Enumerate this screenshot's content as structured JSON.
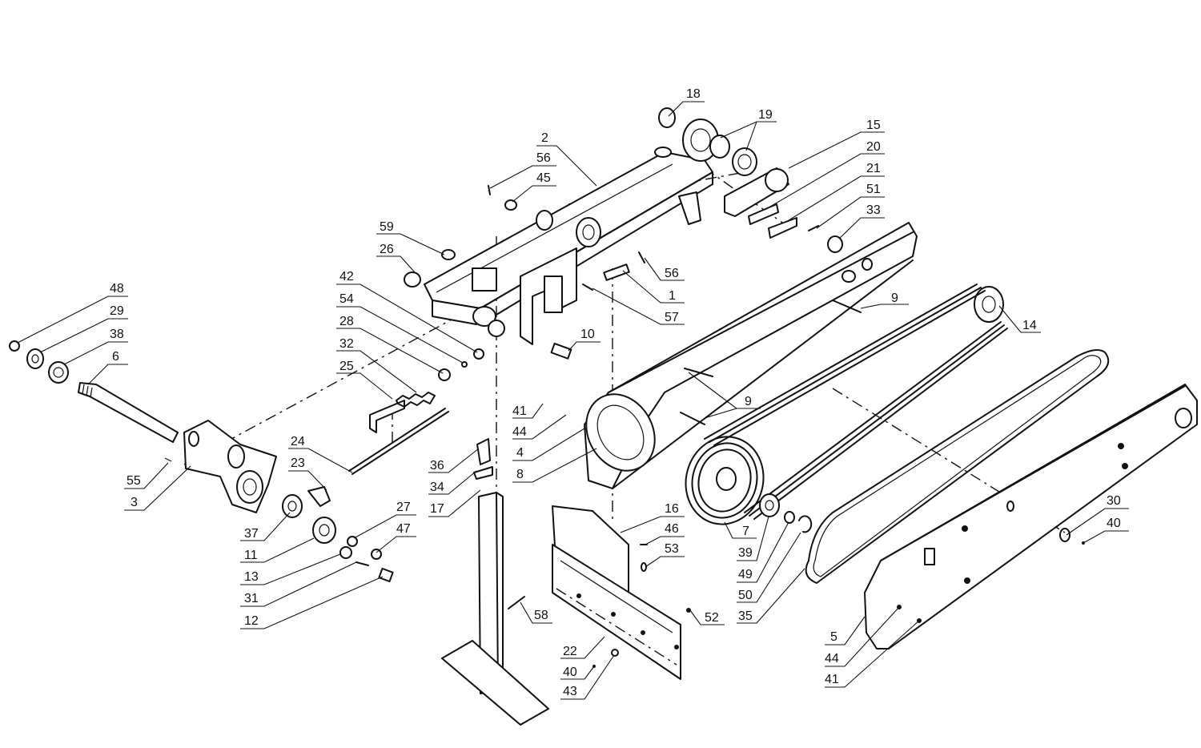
{
  "diagram": {
    "labels": {
      "l48": "48",
      "l29": "29",
      "l38": "38",
      "l6": "6",
      "l55": "55",
      "l3": "3",
      "l37": "37",
      "l11": "11",
      "l13": "13",
      "l31": "31",
      "l12": "12",
      "l27": "27",
      "l47": "47",
      "l24": "24",
      "l23": "23",
      "l42": "42",
      "l54": "54",
      "l28": "28",
      "l32": "32",
      "l25": "25",
      "l59": "59",
      "l26": "26",
      "l2": "2",
      "l56a": "56",
      "l45": "45",
      "l18": "18",
      "l19": "19",
      "l15": "15",
      "l20": "20",
      "l21": "21",
      "l51": "51",
      "l33": "33",
      "l56b": "56",
      "l1": "1",
      "l57": "57",
      "l10": "10",
      "l9a": "9",
      "l14": "14",
      "l9b": "9",
      "l41a": "41",
      "l44a": "44",
      "l4": "4",
      "l8": "8",
      "l36": "36",
      "l34": "34",
      "l17": "17",
      "l16": "16",
      "l46": "46",
      "l53": "53",
      "l58": "58",
      "l52": "52",
      "l22": "22",
      "l40a": "40",
      "l43": "43",
      "l7": "7",
      "l39": "39",
      "l49": "49",
      "l50": "50",
      "l35": "35",
      "l30": "30",
      "l40b": "40",
      "l5": "5",
      "l44b": "44",
      "l41b": "41"
    }
  }
}
